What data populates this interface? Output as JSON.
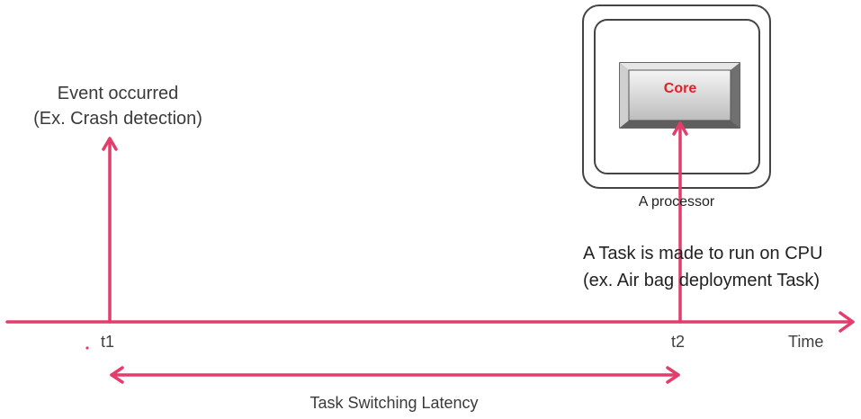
{
  "event": {
    "line1": "Event occurred",
    "line2": "(Ex. Crash detection)"
  },
  "axis": {
    "t1": "t1",
    "t2": "t2",
    "time": "Time"
  },
  "latency_label": "Task Switching Latency",
  "task": {
    "line1": "A Task is made to run on CPU",
    "line2": "(ex. Air bag deployment Task)"
  },
  "processor": {
    "label": "A processor",
    "core": "Core"
  },
  "colors": {
    "arrow": "#e23d6b",
    "core_text": "#e0202a",
    "frame": "#444444"
  }
}
